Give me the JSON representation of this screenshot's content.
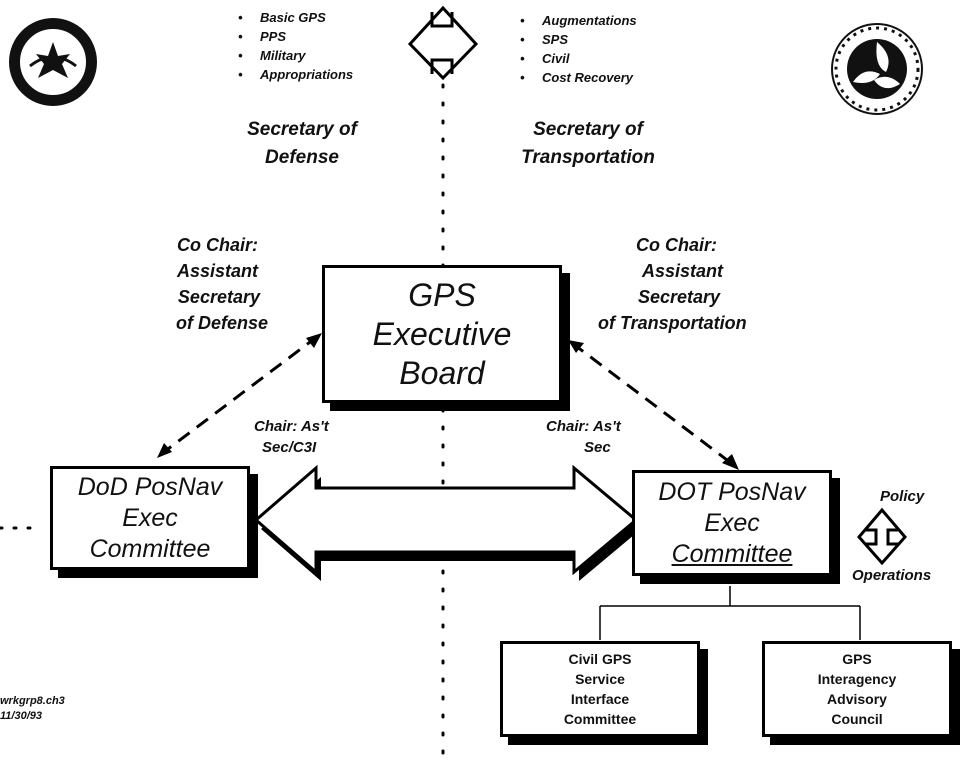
{
  "dod_items": [
    "Basic GPS",
    "PPS",
    "Military",
    "Appropriations"
  ],
  "dot_items": [
    "Augmentations",
    "SPS",
    "Civil",
    "Cost Recovery"
  ],
  "bullet": "•",
  "secretaries": {
    "defense": [
      "Secretary of",
      "Defense"
    ],
    "transportation": [
      "Secretary of",
      "Transportation"
    ]
  },
  "cochairs": {
    "defense": [
      "Co Chair:",
      "Assistant",
      "Secretary",
      "of Defense"
    ],
    "transportation": [
      "Co Chair:",
      "Assistant",
      "Secretary",
      "of Transportation"
    ]
  },
  "executive_board": [
    "GPS",
    "Executive",
    "Board"
  ],
  "chairs": {
    "dod": [
      "Chair:  As't",
      "Sec/C3I"
    ],
    "dot": [
      "Chair:  As't",
      "Sec"
    ]
  },
  "dod_committee": [
    "DoD PosNav",
    "Exec",
    "Committee"
  ],
  "dot_committee": [
    "DOT PosNav",
    "Exec",
    "Committee"
  ],
  "policy_label": "Policy",
  "operations_label": "Operations",
  "civil_committee": [
    "Civil GPS",
    "Service",
    "Interface",
    "Committee"
  ],
  "advisory_council": [
    "GPS",
    "Interagency",
    "Advisory",
    "Council"
  ],
  "file_info": [
    "wrkgrp8.ch3",
    "11/30/93"
  ],
  "colors": {
    "ink": "#000000",
    "paper": "#ffffff"
  }
}
